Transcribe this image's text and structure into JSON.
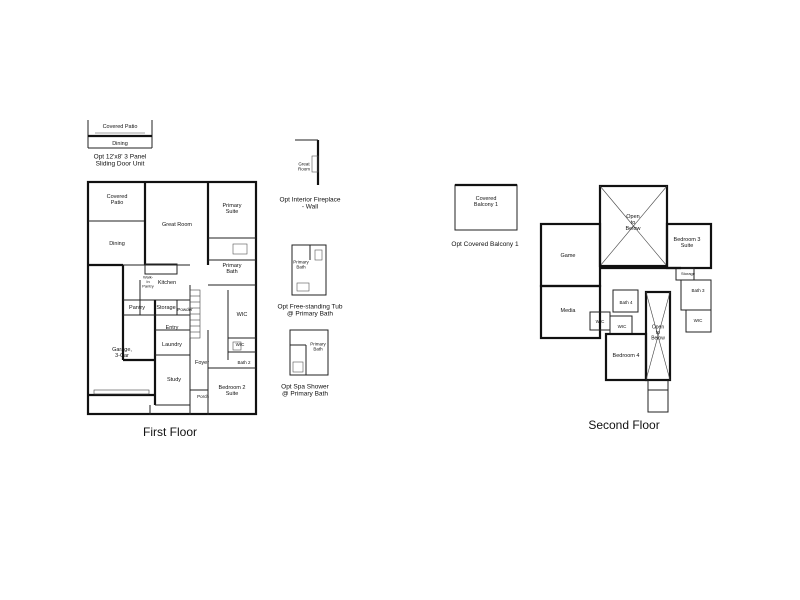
{
  "first_floor": {
    "title": "First Floor",
    "rooms": {
      "covered_patio": "Covered\nPatio",
      "great_room": "Great Room",
      "primary_suite": "Primary\nSuite",
      "dining": "Dining",
      "primary_bath": "Primary\nBath",
      "kitchen": "Kitchen",
      "walk_in_pantry": "Walk-\nIn\nPantry",
      "pantry": "Pantry",
      "storage": "Storage",
      "powder": "Powder",
      "entry": "Entry",
      "laundry": "Laundry",
      "wic": "WIC",
      "wic_2": "WIC",
      "garage": "Garage,\n3-Car",
      "foyer": "Foyer",
      "bath_2": "Bath 2",
      "study": "Study",
      "porch": "Porch",
      "bedroom_2": "Bedroom 2\nSuite"
    }
  },
  "options": {
    "sliding_door": {
      "covered_patio": "Covered Patio",
      "dining": "Dining",
      "caption": "Opt 12'x8' 3 Panel\nSliding Door Unit"
    },
    "fireplace": {
      "great_room": "Great\nRoom",
      "caption": "Opt Interior Fireplace\n- Wall"
    },
    "tub": {
      "primary_bath": "Primary\nBath",
      "caption": "Opt Free-standing Tub\n@ Primary Bath"
    },
    "spa_shower": {
      "primary_bath": "Primary\nBath",
      "caption": "Opt Spa Shower\n@ Primary Bath"
    },
    "balcony": {
      "covered_balcony": "Covered\nBalcony 1",
      "caption": "Opt Covered Balcony 1"
    }
  },
  "second_floor": {
    "title": "Second Floor",
    "rooms": {
      "open_to_below_1": "Open\nto\nBelow",
      "game": "Game",
      "bedroom_3": "Bedroom 3\nSuite",
      "storage": "Storage",
      "bath_3": "Bath 3",
      "media": "Media",
      "bath_4": "Bath 4",
      "wic_1": "WIC",
      "wic_2": "WIC",
      "wic_3": "WIC",
      "open_to_below_2": "Open\nto\nBelow",
      "bedroom_4": "Bedroom 4"
    }
  }
}
